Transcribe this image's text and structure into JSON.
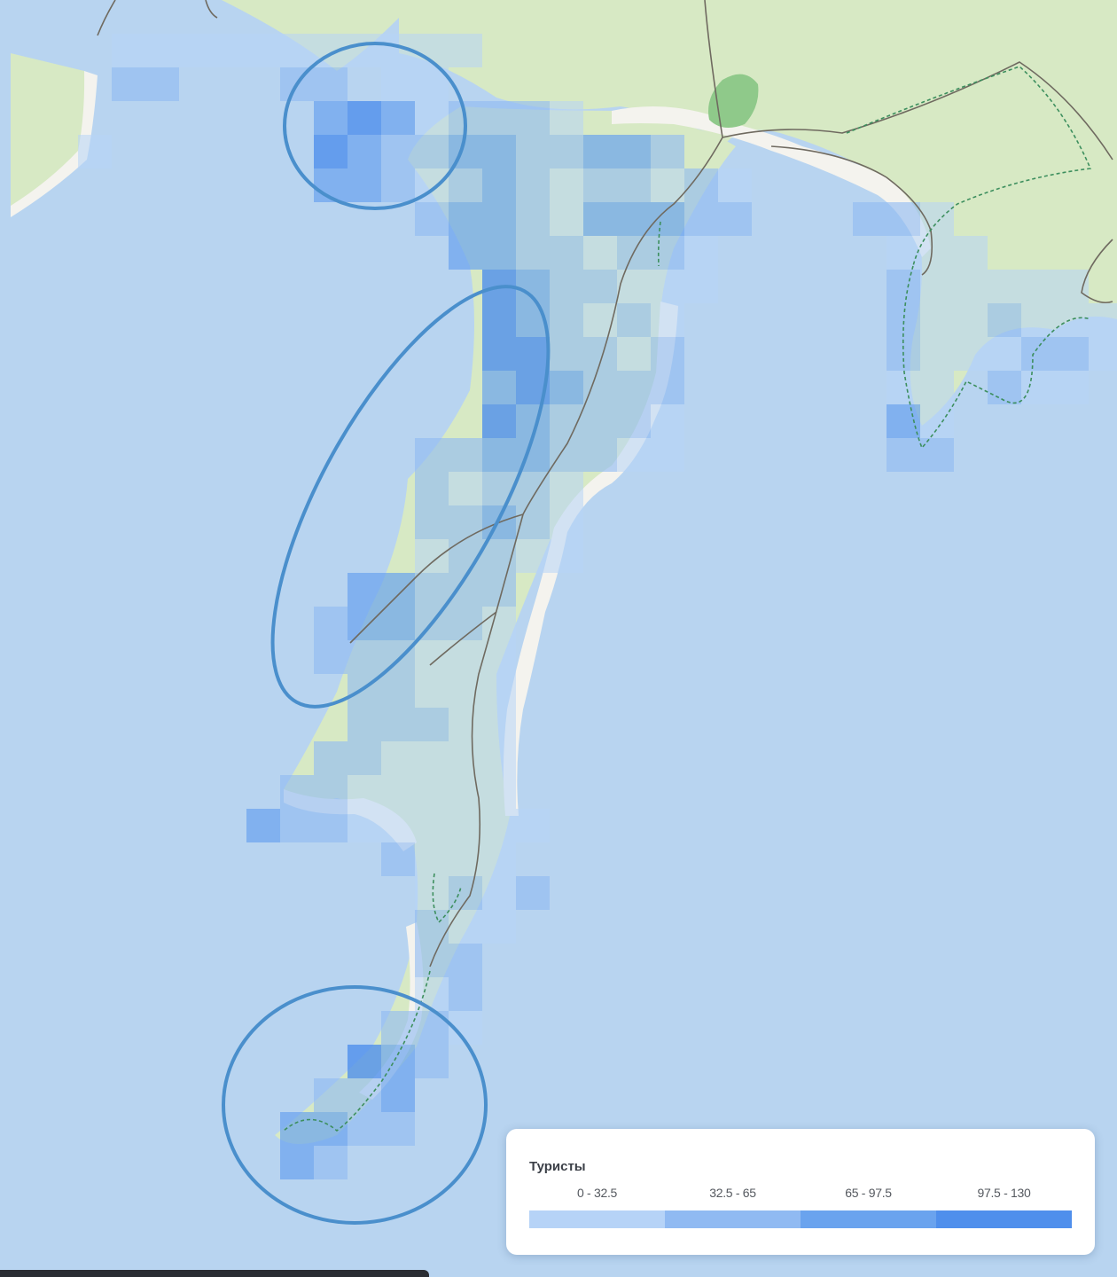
{
  "legend": {
    "title": "Туристы",
    "bins": [
      {
        "label": "0 - 32.5",
        "color": "#b6d3f7"
      },
      {
        "label": "32.5 - 65",
        "color": "#90baf2"
      },
      {
        "label": "65 - 97.5",
        "color": "#6aa3ee"
      },
      {
        "label": "97.5 - 130",
        "color": "#4f8fec"
      }
    ]
  },
  "colors": {
    "sea": "#b8d4f0",
    "land": "#d7e9c4",
    "beach": "#f4f3ee",
    "forest": "#8fc98a",
    "road": "#6f6a60",
    "trail": "#3d8f5e",
    "highlight": "#4a8fcc"
  },
  "highlight_regions": [
    {
      "name": "north-bay-highlight"
    },
    {
      "name": "west-coast-highlight"
    },
    {
      "name": "south-cape-highlight"
    }
  ]
}
